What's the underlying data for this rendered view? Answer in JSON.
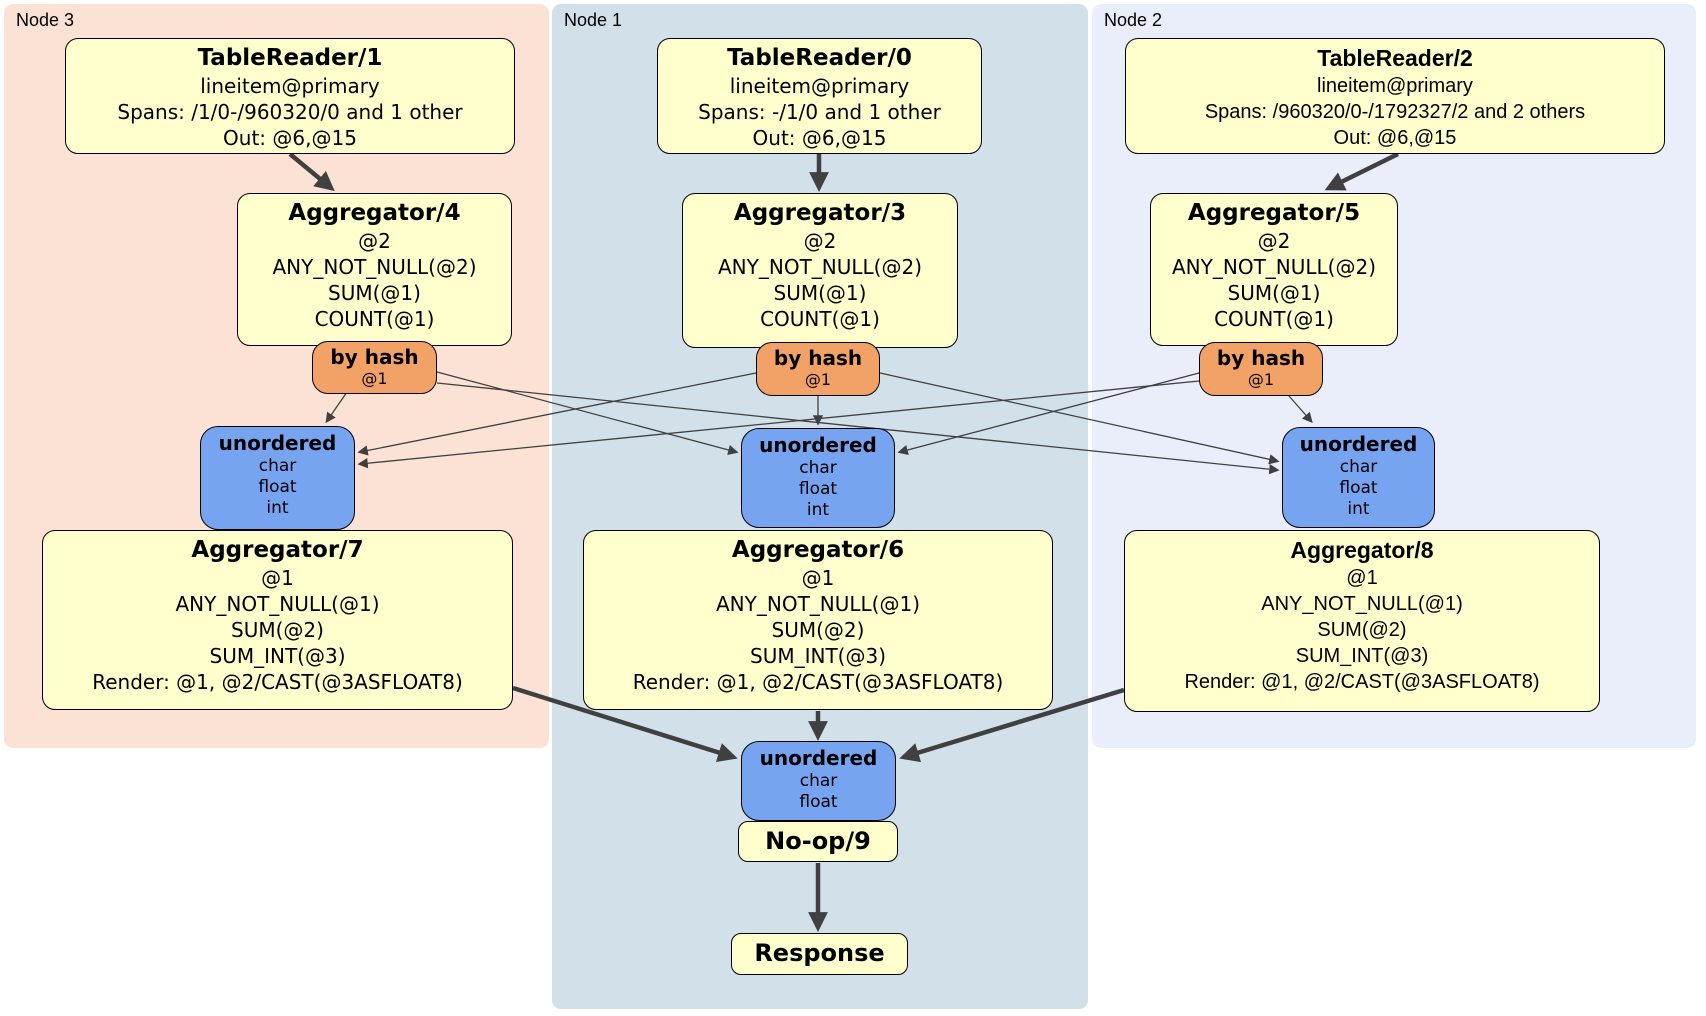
{
  "regions": {
    "node3": {
      "label": "Node 3"
    },
    "node1": {
      "label": "Node 1"
    },
    "node2": {
      "label": "Node 2"
    }
  },
  "processors": {
    "tr1": {
      "title": "TableReader/1",
      "lines": [
        "lineitem@primary",
        "Spans: /1/0-/960320/0 and 1 other",
        "Out: @6,@15"
      ]
    },
    "tr0": {
      "title": "TableReader/0",
      "lines": [
        "lineitem@primary",
        "Spans: -/1/0 and 1 other",
        "Out: @6,@15"
      ]
    },
    "tr2": {
      "title": "TableReader/2",
      "lines": [
        "lineitem@primary",
        "Spans: /960320/0-/1792327/2 and 2 others",
        "Out: @6,@15"
      ]
    },
    "agg4": {
      "title": "Aggregator/4",
      "lines": [
        "@2",
        "ANY_NOT_NULL(@2)",
        "SUM(@1)",
        "COUNT(@1)"
      ]
    },
    "agg3": {
      "title": "Aggregator/3",
      "lines": [
        "@2",
        "ANY_NOT_NULL(@2)",
        "SUM(@1)",
        "COUNT(@1)"
      ]
    },
    "agg5": {
      "title": "Aggregator/5",
      "lines": [
        "@2",
        "ANY_NOT_NULL(@2)",
        "SUM(@1)",
        "COUNT(@1)"
      ]
    },
    "agg7": {
      "title": "Aggregator/7",
      "lines": [
        "@1",
        "ANY_NOT_NULL(@1)",
        "SUM(@2)",
        "SUM_INT(@3)",
        "Render: @1, @2/CAST(@3ASFLOAT8)"
      ]
    },
    "agg6": {
      "title": "Aggregator/6",
      "lines": [
        "@1",
        "ANY_NOT_NULL(@1)",
        "SUM(@2)",
        "SUM_INT(@3)",
        "Render: @1, @2/CAST(@3ASFLOAT8)"
      ]
    },
    "agg8": {
      "title": "Aggregator/8",
      "lines": [
        "@1",
        "ANY_NOT_NULL(@1)",
        "SUM(@2)",
        "SUM_INT(@3)",
        "Render: @1, @2/CAST(@3ASFLOAT8)"
      ]
    },
    "noop": {
      "title": "No-op/9"
    },
    "response": {
      "title": "Response"
    }
  },
  "routers": {
    "hash3": {
      "title": "by hash",
      "subtitle": "@1"
    },
    "hash1": {
      "title": "by hash",
      "subtitle": "@1"
    },
    "hash2": {
      "title": "by hash",
      "subtitle": "@1"
    }
  },
  "syncs": {
    "u3": {
      "title": "unordered",
      "types": [
        "char",
        "float",
        "int"
      ]
    },
    "u1": {
      "title": "unordered",
      "types": [
        "char",
        "float",
        "int"
      ]
    },
    "u2": {
      "title": "unordered",
      "types": [
        "char",
        "float",
        "int"
      ]
    },
    "uf": {
      "title": "unordered",
      "types": [
        "char",
        "float"
      ]
    }
  },
  "colors": {
    "node3_bg": "#fce2d5",
    "node1_bg": "#d2e0e9",
    "node2_bg": "#e9eefa",
    "processor_fill": "#ffffce",
    "router_fill": "#f2a266",
    "sync_fill": "#76a4f1",
    "edge": "#404040",
    "border": "#000000"
  }
}
